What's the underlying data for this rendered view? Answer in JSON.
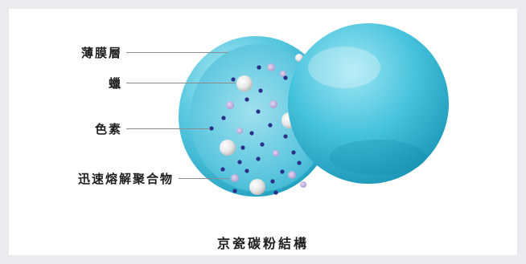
{
  "labels": {
    "film_layer": "薄膜層",
    "wax": "蠟",
    "pigment": "色素",
    "polymer": "迅速熔解聚合物"
  },
  "caption": "京瓷碳粉結構",
  "colors": {
    "background": "#e9ebee",
    "card": "#ffffff",
    "shell": "#3db8d3",
    "wax_particle": "#f2f2f2",
    "pigment_dot": "#2a2f8a",
    "polymer_dot": "#b9a6d6"
  }
}
